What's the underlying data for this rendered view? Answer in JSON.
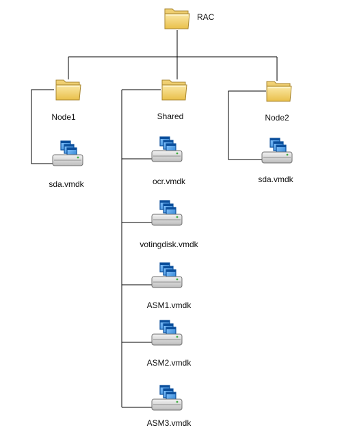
{
  "root": {
    "label": "RAC",
    "icon": "folder-icon"
  },
  "folders": [
    {
      "key": "node1",
      "label": "Node1",
      "icon": "folder-icon"
    },
    {
      "key": "shared",
      "label": "Shared",
      "icon": "folder-icon"
    },
    {
      "key": "node2",
      "label": "Node2",
      "icon": "folder-icon"
    }
  ],
  "disks": {
    "node1": [
      {
        "label": "sda.vmdk",
        "icon": "virtual-disk-icon"
      }
    ],
    "shared": [
      {
        "label": "ocr.vmdk",
        "icon": "virtual-disk-icon"
      },
      {
        "label": "votingdisk.vmdk",
        "icon": "virtual-disk-icon"
      },
      {
        "label": "ASM1.vmdk",
        "icon": "virtual-disk-icon"
      },
      {
        "label": "ASM2.vmdk",
        "icon": "virtual-disk-icon"
      },
      {
        "label": "ASM3.vmdk",
        "icon": "virtual-disk-icon"
      }
    ],
    "node2": [
      {
        "label": "sda.vmdk",
        "icon": "virtual-disk-icon"
      }
    ]
  },
  "colors": {
    "folder_body": "#f4d77a",
    "folder_edge": "#b89a3e",
    "disk_body": "#d8d8d8",
    "disk_edge": "#6f6f6f",
    "window_blue": "#2a7fd0",
    "window_dark": "#0b4f9c",
    "line": "#000000"
  }
}
